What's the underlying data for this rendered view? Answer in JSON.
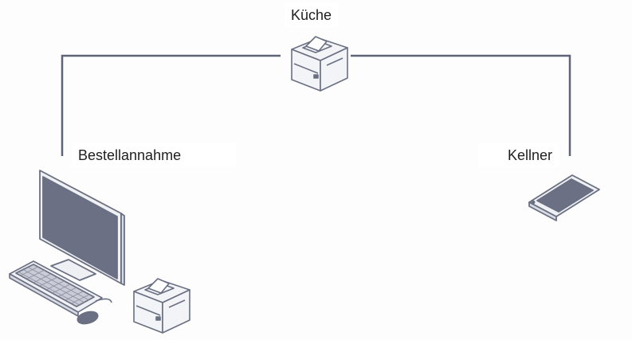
{
  "nodes": {
    "kitchen": {
      "label": "Küche",
      "device": "receipt-printer-icon"
    },
    "order_taking": {
      "label": "Bestellannahme",
      "devices": [
        "desktop-monitor-icon",
        "keyboard-icon",
        "mouse-icon",
        "receipt-printer-icon"
      ]
    },
    "waiter": {
      "label": "Kellner",
      "device": "tablet-icon"
    }
  },
  "colors": {
    "line": "#5f6577",
    "device_outline": "#6a7082",
    "device_fill": "#f3f4f7",
    "screen": "#6b7084"
  }
}
